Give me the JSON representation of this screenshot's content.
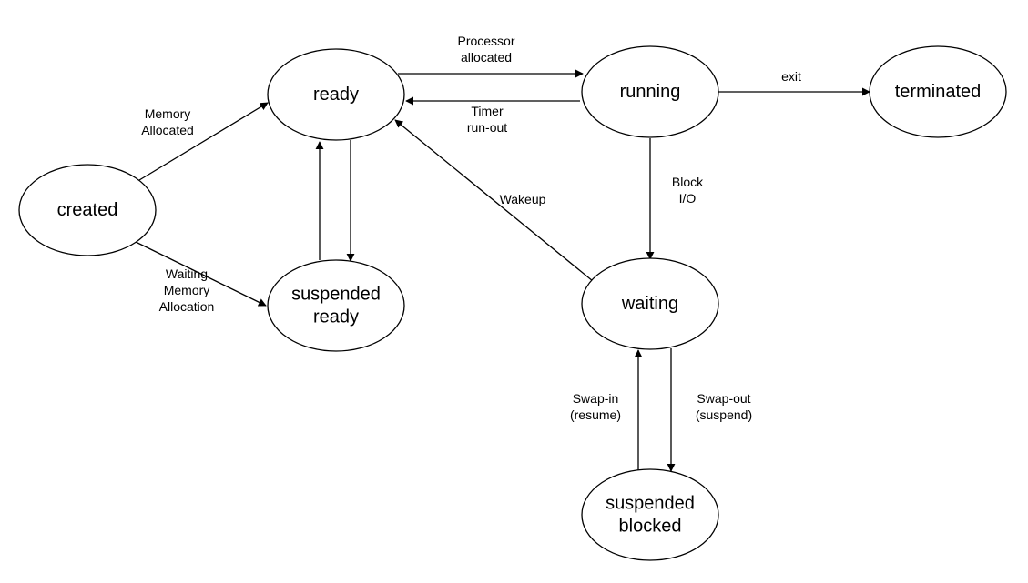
{
  "nodes": {
    "created": {
      "lines": [
        "created"
      ]
    },
    "ready": {
      "lines": [
        "ready"
      ]
    },
    "suspended_ready": {
      "lines": [
        "suspended",
        "ready"
      ]
    },
    "running": {
      "lines": [
        "running"
      ]
    },
    "terminated": {
      "lines": [
        "terminated"
      ]
    },
    "waiting": {
      "lines": [
        "waiting"
      ]
    },
    "suspended_blocked": {
      "lines": [
        "suspended",
        "blocked"
      ]
    }
  },
  "edges": [
    {
      "id": "created-to-ready",
      "from": "created",
      "to": "ready",
      "label": [
        "Memory",
        "Allocated"
      ]
    },
    {
      "id": "created-to-suspended-ready",
      "from": "created",
      "to": "suspended_ready",
      "label": [
        "Waiting",
        "Memory",
        "Allocation"
      ]
    },
    {
      "id": "ready-to-running",
      "from": "ready",
      "to": "running",
      "label": [
        "Processor",
        "allocated"
      ]
    },
    {
      "id": "running-to-ready",
      "from": "running",
      "to": "ready",
      "label": [
        "Timer",
        "run-out"
      ]
    },
    {
      "id": "running-to-terminated",
      "from": "running",
      "to": "terminated",
      "label": [
        "exit"
      ]
    },
    {
      "id": "running-to-waiting",
      "from": "running",
      "to": "waiting",
      "label": [
        "Block",
        "I/O"
      ]
    },
    {
      "id": "waiting-to-ready",
      "from": "waiting",
      "to": "ready",
      "label": [
        "Wakeup"
      ]
    },
    {
      "id": "ready-to-suspended-ready",
      "from": "ready",
      "to": "suspended_ready",
      "label": []
    },
    {
      "id": "suspended-ready-to-ready",
      "from": "suspended_ready",
      "to": "ready",
      "label": []
    },
    {
      "id": "suspended-blocked-to-waiting",
      "from": "suspended_blocked",
      "to": "waiting",
      "label": [
        "Swap-in",
        "(resume)"
      ]
    },
    {
      "id": "waiting-to-suspended-blocked",
      "from": "waiting",
      "to": "suspended_blocked",
      "label": [
        "Swap-out",
        "(suspend)"
      ]
    }
  ]
}
